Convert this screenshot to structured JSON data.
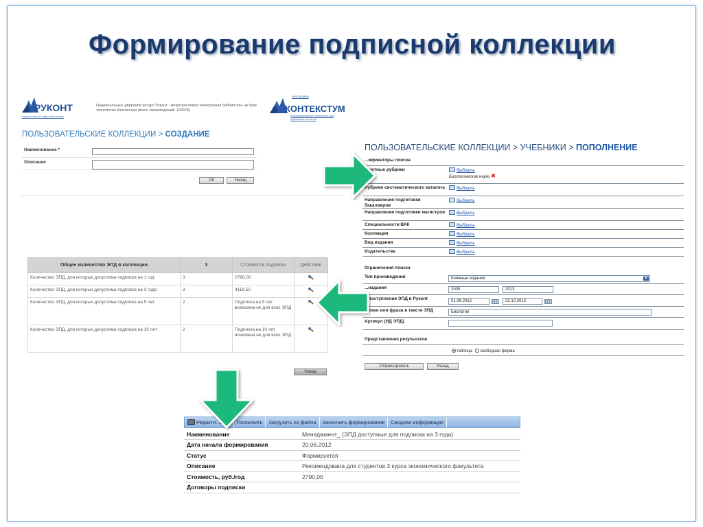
{
  "slide": {
    "title": "Формирование подписной коллекции"
  },
  "logos": {
    "rukont_name": "РУКОНТ",
    "rukont_sub": "национальный цифровой ресурс",
    "rukont_desc": "Национальный цифровой ресурс Руконт - межотраслевая электронная библиотека на базе технологии Контекстум (всего произведений: 123979)",
    "kontext_top": "консорциум",
    "kontext_name": "КОНТЕКСТУМ",
    "kontext_sub": "информационные технологии для цифрового контента"
  },
  "create": {
    "title_a": "ПОЛЬЗОВАТЕЛЬСКИЕ КОЛЛЕКЦИИ > ",
    "title_b": "СОЗДАНИЕ",
    "name_label": "Наименование *",
    "desc_label": "Описание",
    "ok": "ОК",
    "back": "Назад"
  },
  "search": {
    "title_a": "ПОЛЬЗОВАТЕЛЬСКИЕ КОЛЛЕКЦИИ > УЧЕБНИКИ > ",
    "title_b": "ПОПОЛНЕНИЕ",
    "classifiers_head": "...ификаторы поиска",
    "pick": "Выбрать",
    "subject_label": "...метные рубрики",
    "subject_value": "Биологические науки",
    "rubrics_label": "Рубрики систематического каталога",
    "bachelor_label": "Направления подготовки бакалавров",
    "master_label": "Направления подготовки магистров",
    "vak_label": "Специальности ВАК",
    "collection_label": "Коллекция",
    "edition_type_label": "Вид издания",
    "publishers_label": "Издательства",
    "limits_head": "Ограничения поиска",
    "work_type_label": "Тип произведения",
    "work_type_value": "Книжные издания",
    "year_label": "...издания",
    "year_from": "2009",
    "year_to": "2013",
    "date_label": "...поступления ЭПД в Рукont",
    "date_from": "01.08.2012",
    "date_to": "22.10.2012",
    "phrase_label": "Слово или фраза в тексте ЭПД",
    "phrase_value": "Биология",
    "article_label": "Артикул (ИД ЭПД)",
    "result_head": "Представление результатов",
    "opt_table": "таблица",
    "opt_free": "свободная форма",
    "filter_btn": "Отфильтровать",
    "back_btn": "Назад"
  },
  "epd": {
    "head_total": "Общее количество ЭПД в коллекции",
    "head_count": "3",
    "head_cost": "Стоимость подписки",
    "head_actions": "Действия",
    "rows": [
      {
        "label": "Количество ЭПД, для которых допустима подписка на 1 год",
        "count": "3",
        "cost": "2790,00"
      },
      {
        "label": "Количество ЭПД, для которых допустима подписка на 3 года",
        "count": "3",
        "cost": "4118,50"
      },
      {
        "label": "Количество ЭПД, для которых допустима подписка на 5 лет",
        "count": "2",
        "cost": "Подписка на 5 лет возможна не для всех ЭПД"
      },
      {
        "label": "Количество ЭПД, для которых допустима подписка на 10 лет",
        "count": "2",
        "cost": "Подписка на 10 лет возможна не для всех ЭПД"
      }
    ],
    "back": "Назад"
  },
  "tabs": {
    "edit": "Редакти...вать",
    "add": "Пополнить",
    "upload": "Загрузить из файла",
    "finish": "Закончить формирование",
    "summary": "Сводная информация"
  },
  "info": {
    "rows": [
      {
        "k": "Наименование",
        "v": "Менеджмент_ (ЭПД доступные для подписки на 3 года)"
      },
      {
        "k": "Дата начала формирования",
        "v": "20.06.2012"
      },
      {
        "k": "Статус",
        "v": "Формируется"
      },
      {
        "k": "Описание",
        "v": "Рекомендована для студентов 3 курса экономического факультета"
      },
      {
        "k": "Стоимость, руб./год",
        "v": "2790,00"
      },
      {
        "k": "Договоры подписки",
        "v": ""
      }
    ]
  },
  "colors": {
    "title": "#1a3a6e",
    "accent": "#1e5aa2",
    "arrow": "#1db87c",
    "tab_bar": "#9bbce6"
  },
  "icons": [
    "rukont-logo-icon",
    "kontext-logo-icon",
    "pick-icon",
    "remove-icon",
    "calendar-icon",
    "wrench-icon",
    "edit-icon",
    "arrow-right-icon",
    "arrow-left-icon",
    "arrow-down-icon"
  ]
}
